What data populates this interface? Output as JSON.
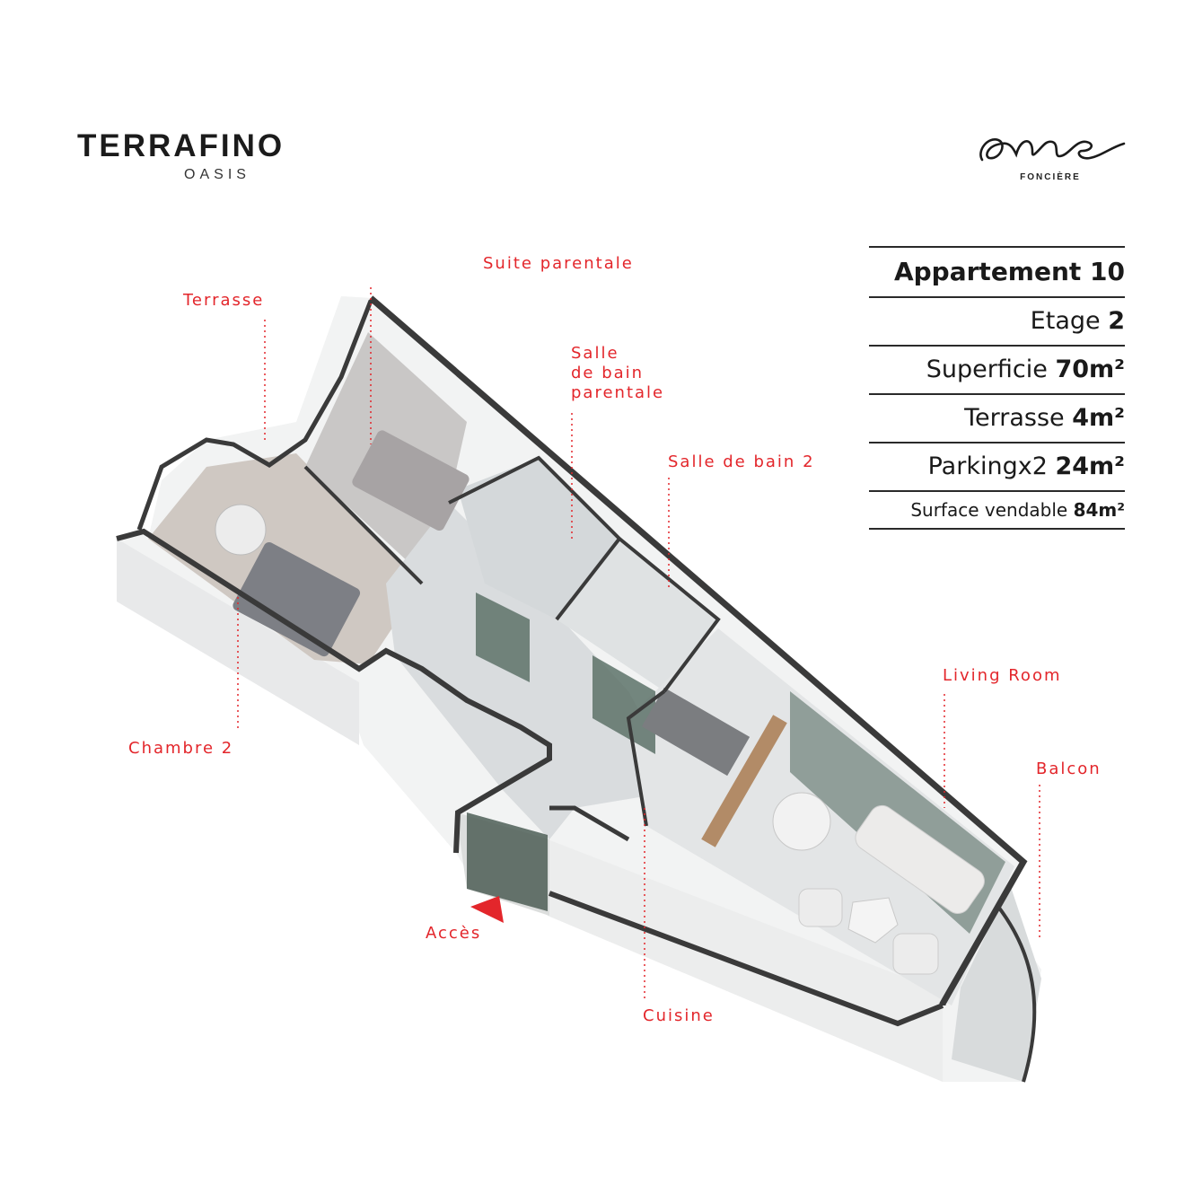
{
  "brand": {
    "title": "TERRAFINO",
    "subtitle": "OASIS"
  },
  "partner": {
    "name": "one",
    "tagline": "FONCIÈRE"
  },
  "labels": {
    "terrasse": "Terrasse",
    "suite": "Suite parentale",
    "sdb_parentale": [
      "Salle",
      "de bain",
      "parentale"
    ],
    "sdb2": "Salle de bain 2",
    "living": "Living Room",
    "balcon": "Balcon",
    "chambre2": "Chambre 2",
    "acces": "Accès",
    "cuisine": "Cuisine"
  },
  "info": {
    "apartment": "Appartement 10",
    "etage_label": "Etage ",
    "etage_value": "2",
    "superficie_label": "Superficie ",
    "superficie_value": "70m²",
    "terrasse_label": "Terrasse ",
    "terrasse_value": "4m²",
    "parking_label": "Parkingx2 ",
    "parking_value": "24m²",
    "vendable_label": "Surface vendable ",
    "vendable_value": "84m²"
  },
  "colors": {
    "accent": "#e3262b",
    "text": "#1a1a1a",
    "wall": "#3a3a3a",
    "glass": "#5d7268"
  }
}
